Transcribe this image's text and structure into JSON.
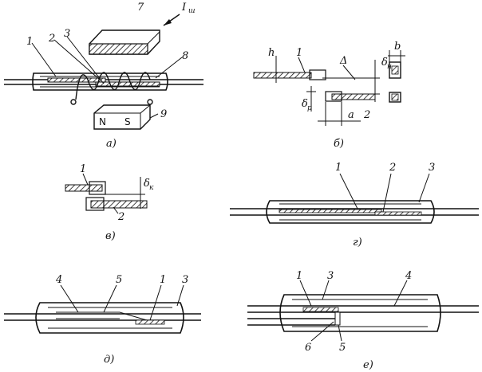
{
  "labels": {
    "a1": "1",
    "a2": "2",
    "a3": "3",
    "a7": "7",
    "a8": "8",
    "a9": "9",
    "aI": "I",
    "aIsub": "ш",
    "mN": "N",
    "mS": "S",
    "bh": "h",
    "b1": "1",
    "b2": "2",
    "bDelta": "Δ",
    "bdn": "δ",
    "bdnsub": "н",
    "bdp": "δ",
    "bdpsub": "р",
    "ba": "a",
    "bb": "b",
    "v1": "1",
    "v2": "2",
    "vdk": "δ",
    "vdksub": "к",
    "g1": "1",
    "g2": "2",
    "g3": "3",
    "d4": "4",
    "d5": "5",
    "d1": "1",
    "d3": "3",
    "e1": "1",
    "e3": "3",
    "e4": "4",
    "e6": "6",
    "e5": "5"
  },
  "captions": {
    "a": "а)",
    "b": "б)",
    "v": "в)",
    "g": "г)",
    "d": "д)",
    "e": "е)"
  }
}
